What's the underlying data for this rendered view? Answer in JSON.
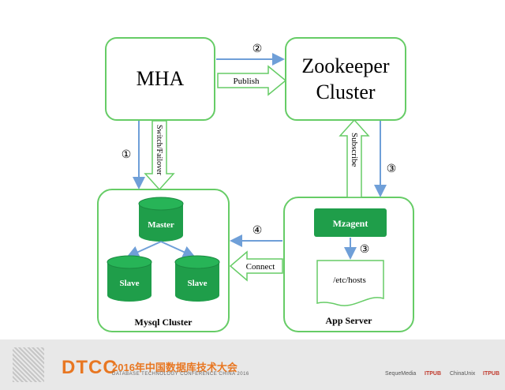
{
  "diagram": {
    "mha": "MHA",
    "zookeeper_line1": "Zookeeper",
    "zookeeper_line2": "Cluster",
    "step1": "①",
    "step2": "②",
    "step3a": "③",
    "step3b": "③",
    "step4": "④",
    "publish": "Publish",
    "switch_failover": "Switch/Failover",
    "subscribe": "Subscribe",
    "connect": "Connect",
    "master": "Master",
    "slave1": "Slave",
    "slave2": "Slave",
    "mysql_cluster": "Mysql Cluster",
    "mzagent": "Mzagent",
    "etc_hosts": "/etc/hosts",
    "app_server": "App Server",
    "colors": {
      "box_border": "#66cc66",
      "db_green": "#1f9e4a",
      "arrow_blue": "#6f9fd8"
    }
  },
  "footer": {
    "logo": "DTCC",
    "event_title": "2016年中国数据库技术大会",
    "event_subtitle": "DATABASE TECHNOLOGY CONFERENCE CHINA 2016",
    "sponsor1": "SequeMedia",
    "sponsor2": "ITPUB",
    "sponsor3": "ChinaUnix",
    "sponsor4": "ITPUB"
  }
}
